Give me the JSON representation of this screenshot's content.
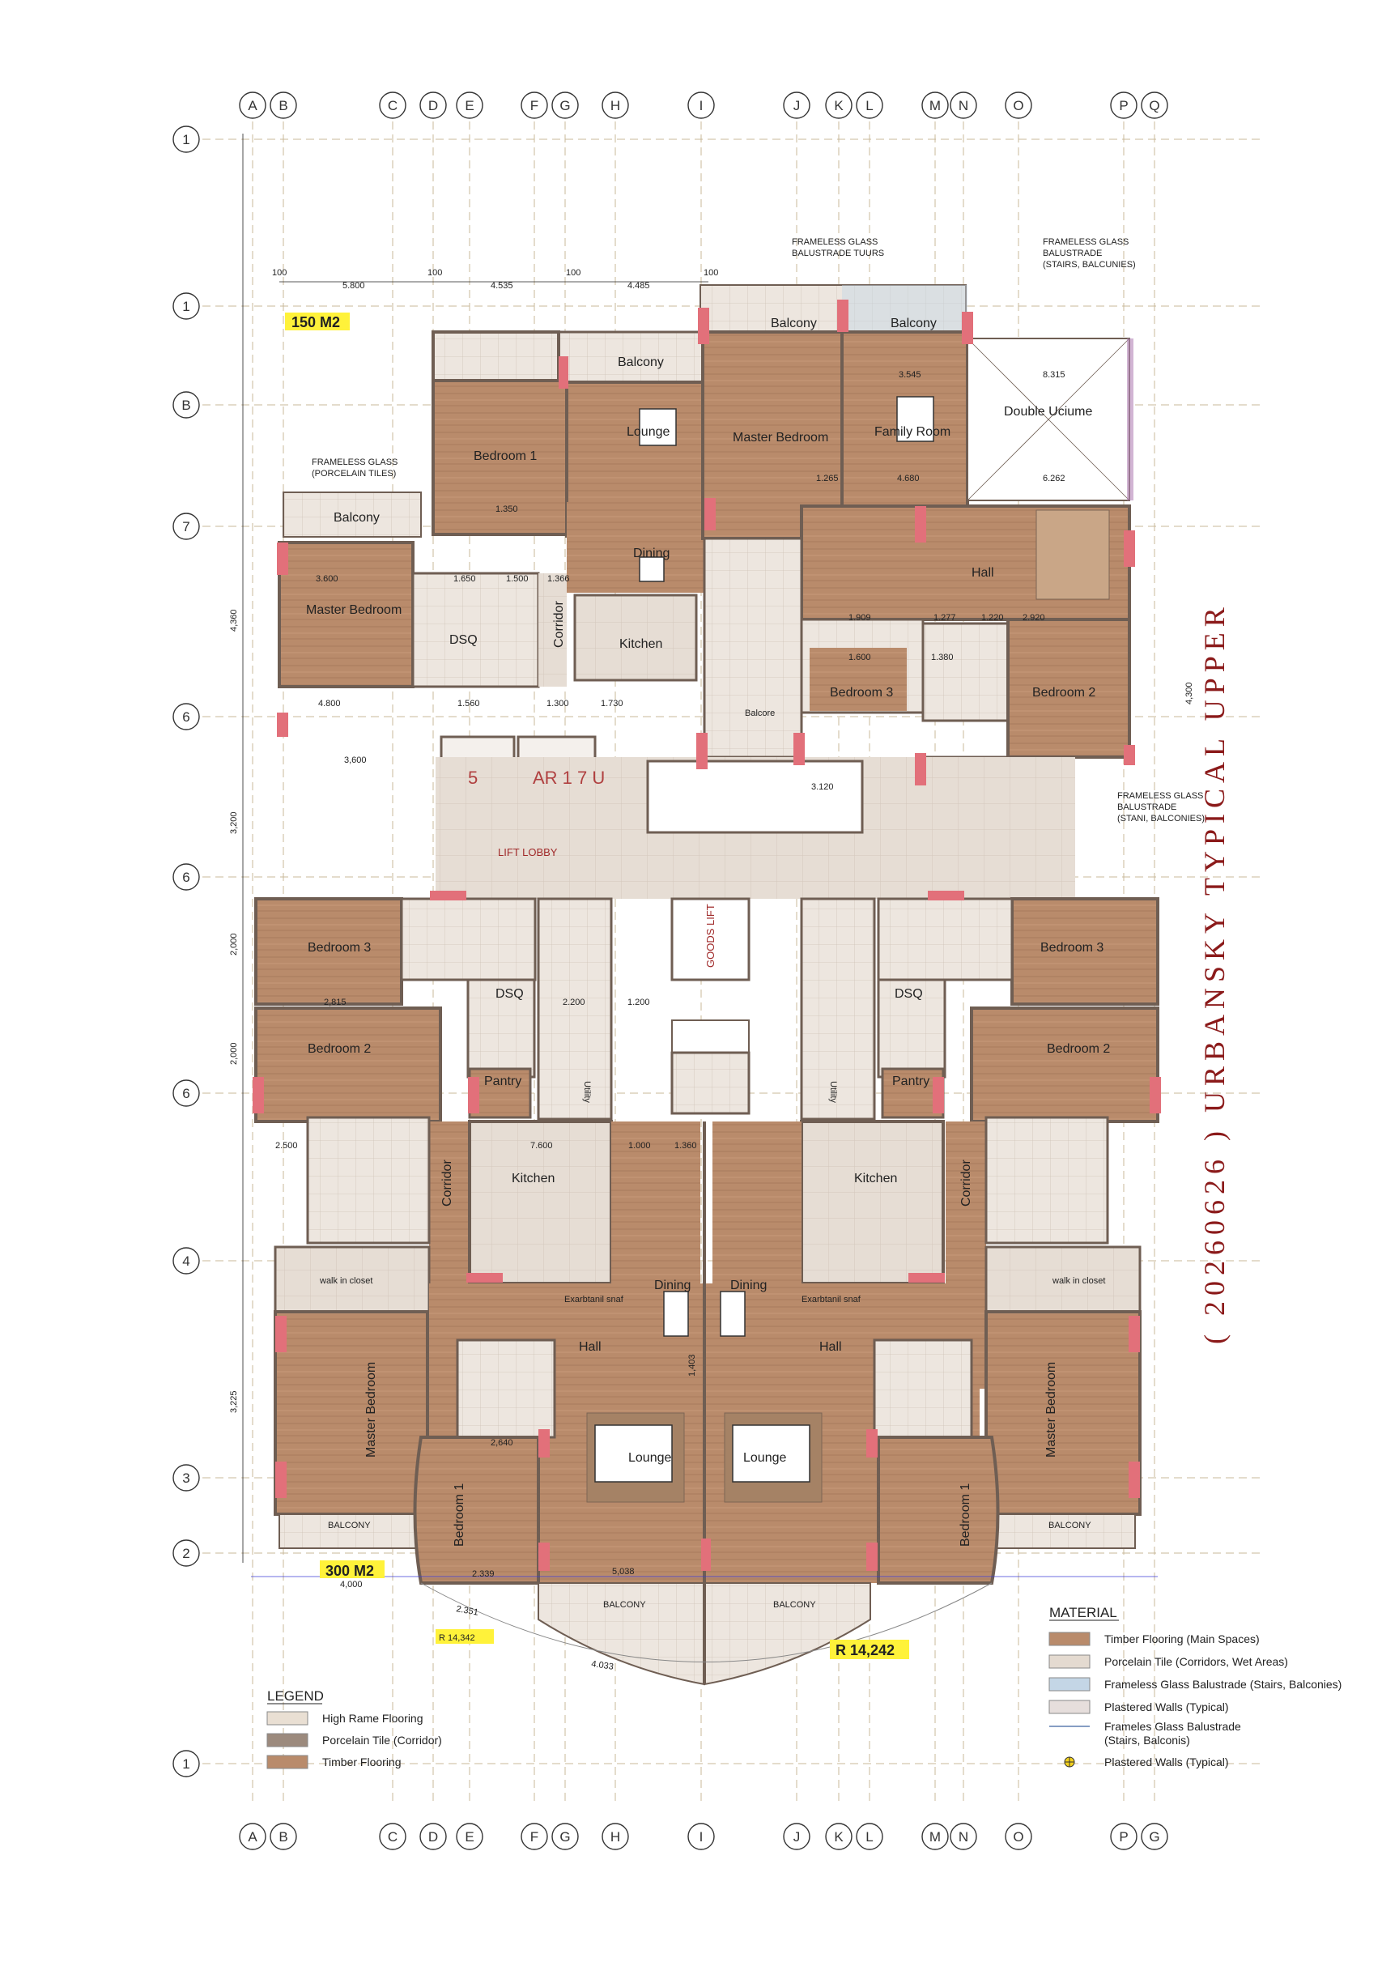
{
  "grid": {
    "columns_top": [
      "A",
      "B",
      "C",
      "D",
      "E",
      "F",
      "G",
      "H",
      "I",
      "J",
      "K",
      "L",
      "M",
      "N",
      "O",
      "P",
      "Q"
    ],
    "columns_bottom": [
      "A",
      "B",
      "C",
      "D",
      "E",
      "F",
      "G",
      "H",
      "I",
      "J",
      "K",
      "L",
      "M",
      "N",
      "O",
      "P",
      "G"
    ],
    "rows": [
      "1",
      "1",
      "B",
      "7",
      "6",
      "6",
      "6",
      "4",
      "3",
      "2",
      "1"
    ]
  },
  "title": "( 20260626 ) URBANSKY TYPICAL UPPER",
  "area_top": "150 M2",
  "area_bottom": "300 M2",
  "radius_left": "R 14,342",
  "radius_right": "R 14,242",
  "notes": {
    "glass_top_1": "FRAMELESS GLASS",
    "glass_top_2": "BALUSTRADE TUURS",
    "glass_right_1": "FRAMELESS GLASS",
    "glass_right_2": "BALUSTRADE",
    "glass_right_3": "(STAIRS, BALCUNIES)",
    "glass_left_1": "FRAMELESS GLASS",
    "glass_left_2": "(PORCELAIN TILES)",
    "glass_mid_1": "FRAMELESS GLASS",
    "glass_mid_2": "BALUSTRADE",
    "glass_mid_3": "(STANI, BALCONIES)"
  },
  "rooms": {
    "balcony_top1": "Balcony",
    "balcony_top2": "Balcony",
    "balcony_top3": "Balcony",
    "balcony_left": "Balcony",
    "bedroom1_top": "Bedroom 1",
    "lounge_top": "Lounge",
    "master_top": "Master Bedroom",
    "family": "Family Room",
    "double": "Double Uciume",
    "dining_top": "Dining",
    "master_left": "Master Bedroom",
    "dsq_top": "DSQ",
    "corridor_top": "Corridor",
    "kitchen_top": "Kitchen",
    "hall_top": "Hall",
    "bedroom3_top": "Bedroom 3",
    "bedroom2_top": "Bedroom 2",
    "balcony_small": "Balcore",
    "lift_lobby": "LIFT LOBBY",
    "goods_lift": "GOODS LIFT",
    "lift_text": "AR 1 7 U",
    "lift_5": "5",
    "bedroom3_l": "Bedroom 3",
    "bedroom2_l": "Bedroom 2",
    "dsq_l": "DSQ",
    "pantry_l": "Pantry",
    "utility_l": "Utility",
    "kitchen_l": "Kitchen",
    "corridor_l": "Corridor",
    "walk_l": "walk in closet",
    "master_l": "Master Bedroom",
    "hall_l": "Hall",
    "dining_l": "Dining",
    "lounge_l": "Lounge",
    "bedroom1_l": "Bedroom 1",
    "balcony_l": "BALCONY",
    "balcony_l2": "BALCONY",
    "bedroom3_r": "Bedroom 3",
    "bedroom2_r": "Bedroom 2",
    "dsq_r": "DSQ",
    "pantry_r": "Pantry",
    "utility_r": "Utility",
    "kitchen_r": "Kitchen",
    "corridor_r": "Corridor",
    "walk_r": "walk in closet",
    "master_r": "Master Bedroom",
    "hall_r": "Hall",
    "dining_r": "Dining",
    "lounge_r": "Lounge",
    "bedroom1_r": "Bedroom 1",
    "balcony_r": "BALCONY",
    "balcony_r2": "BALCONY",
    "breakfast_l": "Exarbtanil snaf",
    "breakfast_r": "Exarbtanil snaf"
  },
  "dims": {
    "d100": "100",
    "d5800": "5.800",
    "d4535": "4.535",
    "d4485": "4.485",
    "d3545": "3.545",
    "d8315": "8.315",
    "d1265": "1.265",
    "d4680": "4.680",
    "d6262": "6.262",
    "d1350": "1.350",
    "d3600": "3.600",
    "d1650": "1.650",
    "d1500": "1.500",
    "d1366": "1.366",
    "d1909": "1.909",
    "d1277": "1.277",
    "d1220": "1.220",
    "d2920": "2.920",
    "d1600": "1.600",
    "d1380": "1.380",
    "d4800": "4.800",
    "d1560": "1.560",
    "d1300": "1.300",
    "d1730": "1.730",
    "d3600b": "3,600",
    "d3320": "3.120",
    "d4360": "4,360",
    "d4300": "4,300",
    "d3200": "3,200",
    "d2815": "2,815",
    "d2200": "2.200",
    "d1200": "1.200",
    "d2000": "2,000",
    "d2500": "2.500",
    "d7600": "7.600",
    "d1000": "1.000",
    "d1360": "1.360",
    "d3225": "3,225",
    "d2640": "2,640",
    "d1403": "1,403",
    "d5038": "5,038",
    "d4000": "4,000",
    "d2351": "2.351",
    "d2339": "2.339",
    "d4033": "4.033"
  },
  "legend": {
    "title": "LEGEND",
    "items": [
      {
        "label": "High Rame Flooring",
        "color": "#e9dfd3"
      },
      {
        "label": "Porcelain Tile (Corridor)",
        "color": "#9c8a7d"
      },
      {
        "label": "Timber Flooring",
        "color": "#b98b6b"
      }
    ]
  },
  "material": {
    "title": "MATERIAL",
    "items": [
      {
        "label": "Timber Flooring (Main Spaces)",
        "color": "#b98b6b"
      },
      {
        "label": "Porcelain Tile (Corridors, Wet Areas)",
        "color": "#e4dad0"
      },
      {
        "label": "Frameless Glass Balustrade (Stairs, Balconies)",
        "color": "#c4d6e6"
      },
      {
        "label": "Plastered Walls (Typical)",
        "color": "#e6dedc"
      },
      {
        "label": "Frameles Glass Balustrade",
        "color": ""
      },
      {
        "label": "(Stairs, Balconis)",
        "color": ""
      },
      {
        "label": "Plastered Walls (Typical)",
        "color": ""
      }
    ]
  },
  "colors": {
    "timber": "#b98b6b",
    "tile": "#e4dad0",
    "wall": "#6f5e53",
    "column": "#e2707a",
    "glass": "#c4d6e6",
    "accent": "#8b1a1a",
    "highlight": "#fff23a"
  }
}
